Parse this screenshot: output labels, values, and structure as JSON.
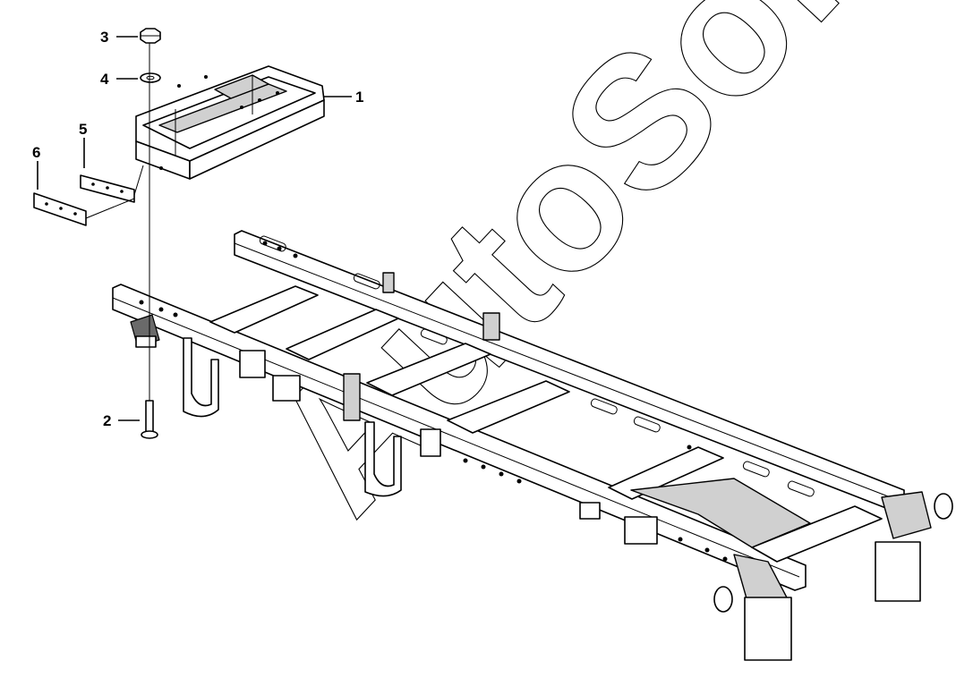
{
  "diagram": {
    "callouts": [
      {
        "id": "1",
        "label": "1"
      },
      {
        "id": "2",
        "label": "2"
      },
      {
        "id": "3",
        "label": "3"
      },
      {
        "id": "4",
        "label": "4"
      },
      {
        "id": "5",
        "label": "5"
      },
      {
        "id": "6",
        "label": "6"
      }
    ],
    "watermark": "AutoSoft"
  }
}
